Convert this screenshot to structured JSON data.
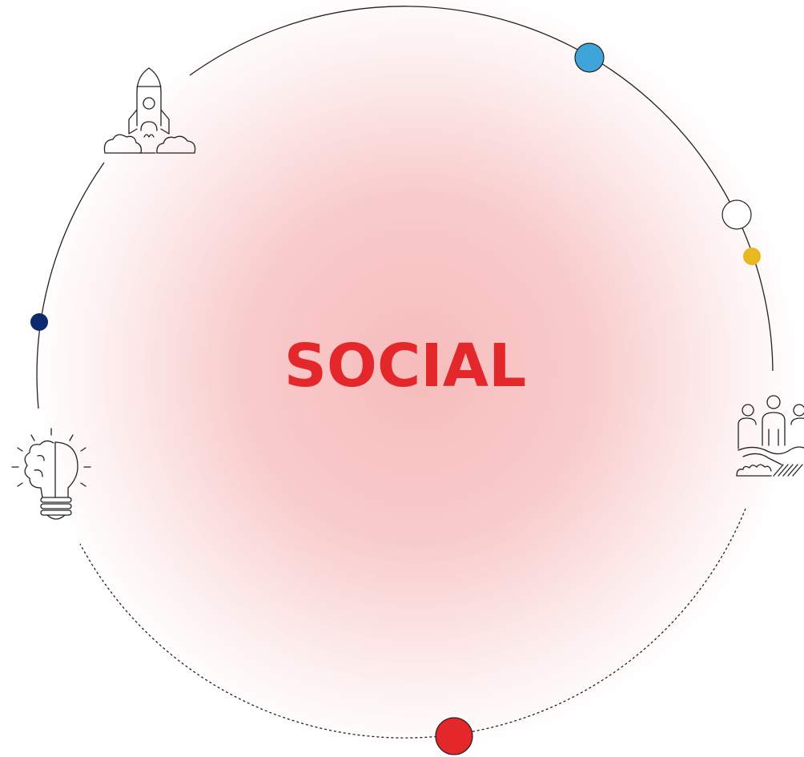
{
  "diagram": {
    "title": "SOCIAL",
    "colors": {
      "title": "#e3272b",
      "halo": "#f4a9a9",
      "ring_line": "#222222",
      "dot_blue": "#3fa4d8",
      "dot_white": "#ffffff",
      "dot_yellow": "#e7b81f",
      "dot_navy": "#0d2a6e",
      "dot_red": "#e3272b"
    },
    "icons": [
      {
        "name": "rocket-launch-icon"
      },
      {
        "name": "brain-lightbulb-icon"
      },
      {
        "name": "team-handshake-icon"
      }
    ],
    "dots": [
      {
        "name": "blue-dot",
        "color": "#3fa4d8"
      },
      {
        "name": "white-dot",
        "color": "#ffffff"
      },
      {
        "name": "yellow-dot",
        "color": "#e7b81f"
      },
      {
        "name": "navy-dot",
        "color": "#0d2a6e"
      },
      {
        "name": "red-dot",
        "color": "#e3272b"
      }
    ]
  }
}
